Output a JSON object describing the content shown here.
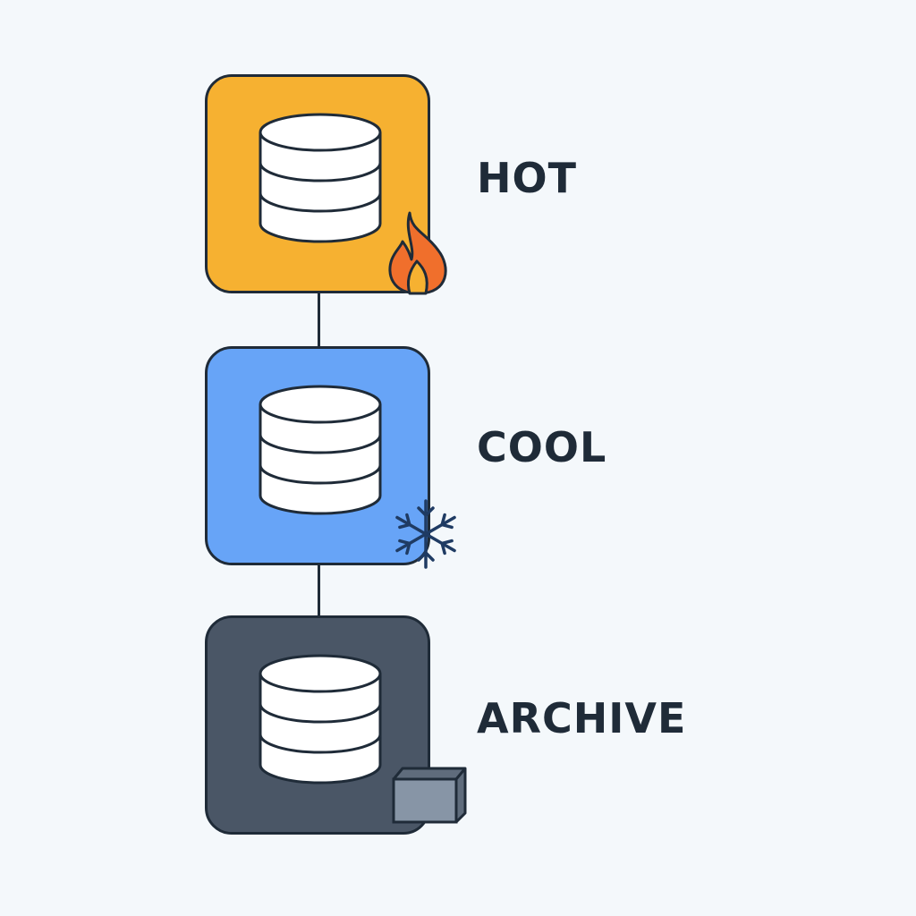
{
  "tiers": [
    {
      "label": "HOT",
      "color": "#f6b131",
      "icon": "flame-icon"
    },
    {
      "label": "COOL",
      "color": "#67a4f7",
      "icon": "snowflake-icon"
    },
    {
      "label": "ARCHIVE",
      "color": "#4a5666",
      "icon": "archive-box-icon"
    }
  ]
}
